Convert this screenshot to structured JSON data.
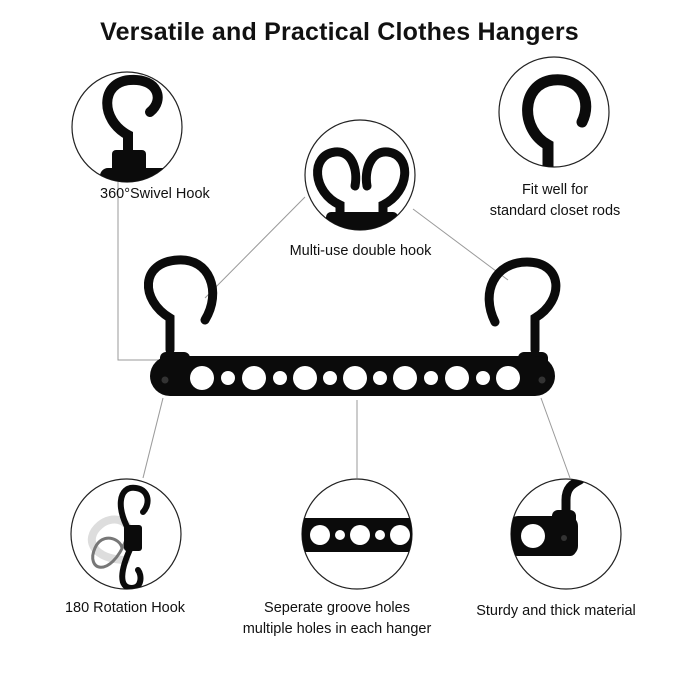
{
  "title": "Versatile and Practical Clothes Hangers",
  "features": {
    "swivel_hook": "360°Swivel Hook",
    "double_hook": "Multi-use double hook",
    "closet_rods_line1": "Fit well for",
    "closet_rods_line2": "standard closet rods",
    "rotation_hook": "180 Rotation Hook",
    "groove_holes_line1": "Seperate groove holes",
    "groove_holes_line2": "multiple holes in each hanger",
    "material": "Sturdy and thick material"
  },
  "colors": {
    "product": "#0b0b0b",
    "lines": "#9a9a9a",
    "circle_border": "#222222"
  }
}
